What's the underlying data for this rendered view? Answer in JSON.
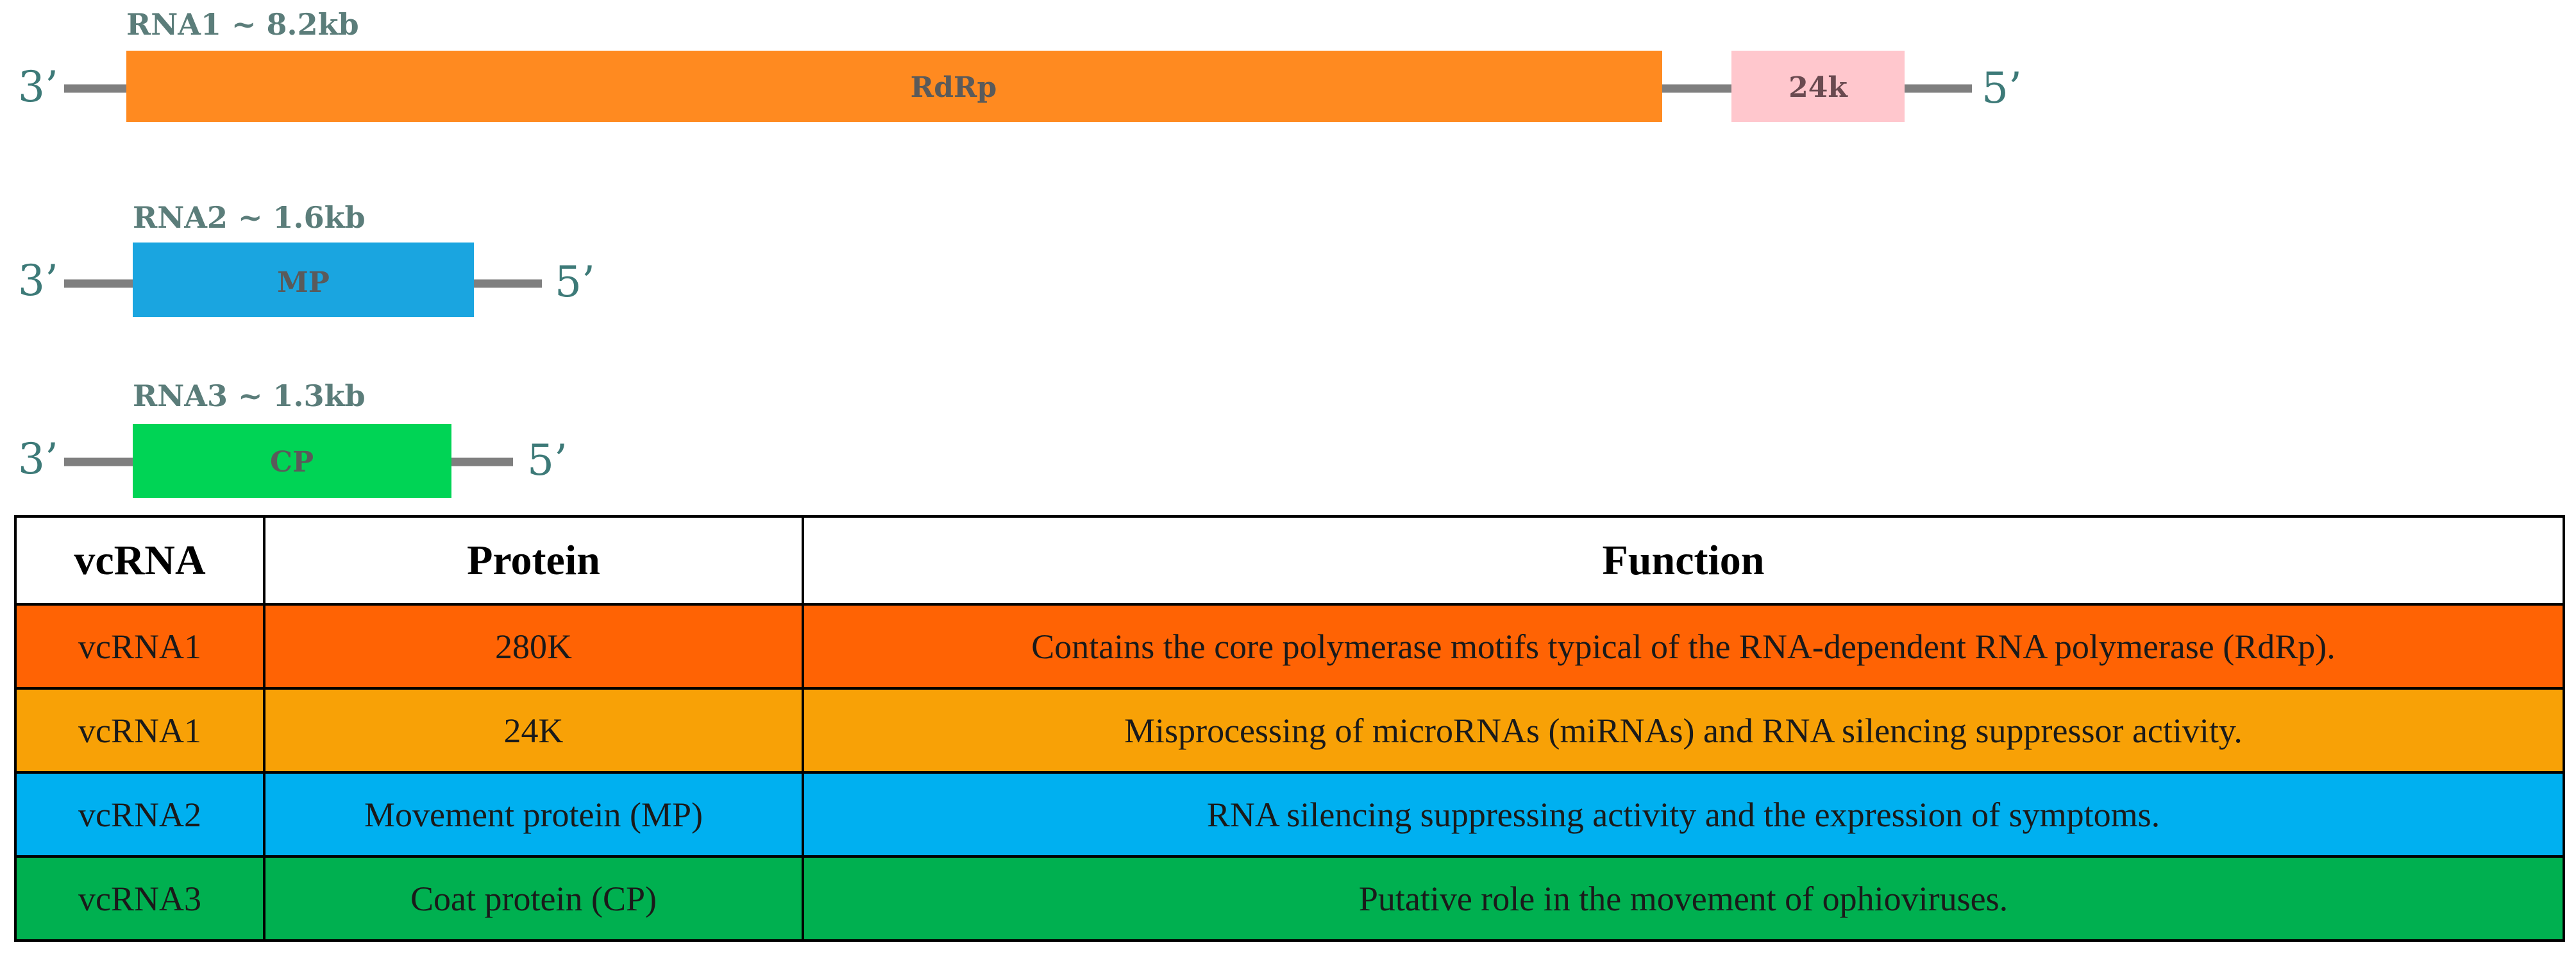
{
  "genome": {
    "rna1": {
      "title": "RNA1 ~ 8.2kb",
      "left_end": "3’",
      "right_end": "5’",
      "genes": [
        {
          "label": "RdRp",
          "color": "#ff8a20"
        },
        {
          "label": "24k",
          "color": "#ffc7cd"
        }
      ]
    },
    "rna2": {
      "title": "RNA2 ~ 1.6kb",
      "left_end": "3’",
      "right_end": "5’",
      "genes": [
        {
          "label": "MP",
          "color": "#1aa5e0"
        }
      ]
    },
    "rna3": {
      "title": "RNA3 ~ 1.3kb",
      "left_end": "3’",
      "right_end": "5’",
      "genes": [
        {
          "label": "CP",
          "color": "#00d455"
        }
      ]
    }
  },
  "table": {
    "headers": [
      "vcRNA",
      "Protein",
      "Function"
    ],
    "rows": [
      {
        "vcrna": "vcRNA1",
        "protein": "280K",
        "function": "Contains the core polymerase motifs typical of the RNA-dependent RNA  polymerase (RdRp).",
        "color": "#ff6304"
      },
      {
        "vcrna": "vcRNA1",
        "protein": "24K",
        "function": "Misprocessing of microRNAs (miRNAs) and RNA  silencing suppressor activity.",
        "color": "#f8a106"
      },
      {
        "vcrna": "vcRNA2",
        "protein": "Movement protein (MP)",
        "function": "RNA  silencing suppressing activity and the expression of symptoms.",
        "color": "#00b0f0"
      },
      {
        "vcrna": "vcRNA3",
        "protein": "Coat protein (CP)",
        "function": "Putative role in the movement of ophioviruses.",
        "color": "#00b050"
      }
    ]
  }
}
